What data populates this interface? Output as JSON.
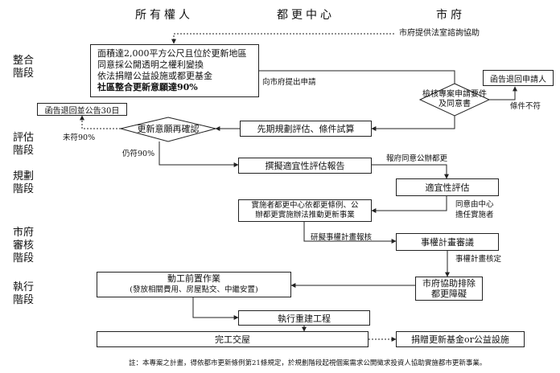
{
  "columns": {
    "owner": "所有權人",
    "center": "都更中心",
    "city": "市府"
  },
  "stages": {
    "integration": [
      "整合",
      "階段"
    ],
    "evaluation": [
      "評估",
      "階段"
    ],
    "planning": [
      "規劃",
      "階段"
    ],
    "review": [
      "市府",
      "審核",
      "階段"
    ],
    "execution": [
      "執行",
      "階段"
    ]
  },
  "nodes": {
    "city_consult": "市府提供法室諮詢協助",
    "conditions": [
      "面積達2,000平方公尺且位於更新地區",
      "同意採公開透明之權利變換",
      "依法捐贈公益設施或都更基金",
      "社區整合更新意願達90%"
    ],
    "apply_label": "向市府提出申請",
    "return_apply": "函告退回申請人",
    "check_docs": [
      "檢核專案申請要件",
      "及同意書"
    ],
    "docs_insufficient": "條件不符",
    "return_announce": "函告退回並公告30日",
    "willingness": "更新意願再確認",
    "below90": "未符90%",
    "still90": "仍符90%",
    "preliminary": "先期規劃評估、條件試算",
    "suitability_report": "撰擬適宜性評估報告",
    "city_agrees": "報府同意公辦都更",
    "suitability_eval": "適宜性評估",
    "agree_center": [
      "同意由中心",
      "擔任實施者"
    ],
    "implement": [
      "實施者都更中心依都更條例、公",
      "辦都更實施辦法推動更新事業"
    ],
    "draft_plan": "研擬事權計畫報核",
    "plan_review": "事權計畫審議",
    "plan_approved": "事權計畫核定",
    "pre_work": "動工前置作業",
    "pre_work_sub": "(發放相關費用、房屋點交、中繼安置)",
    "city_help": [
      "市府協助排除",
      "都更障礙"
    ],
    "rebuild": "執行重建工程",
    "completion": "完工交屋",
    "donate": "捐贈更新基金or公益設施"
  },
  "footnote": "註：本專案之計畫，得依都市更新條例第21條規定，於規劃階段起視個案需求公開徵求投資人協助實施都市更新事業。"
}
